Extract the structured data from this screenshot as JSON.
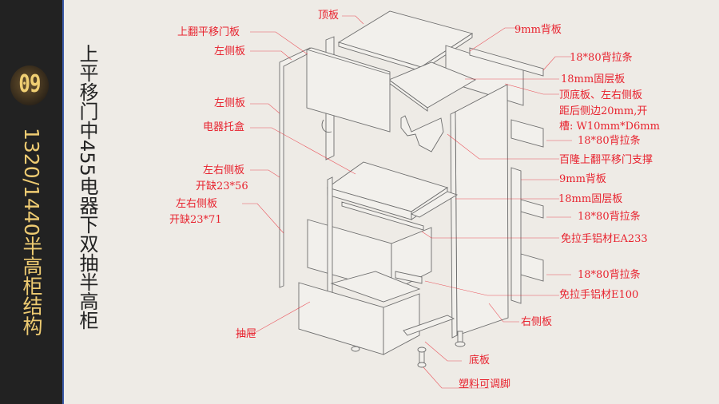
{
  "sidebar": {
    "chapter_number": "09",
    "title": "1320/1440半高柜结构"
  },
  "main_title": "上平移门中455电器下双抽半高柜",
  "colors": {
    "sidebar_bg": "#222222",
    "sidebar_text": "#eecb72",
    "accent_border": "#3a5aa8",
    "paper_bg": "#eeebe6",
    "label_red": "#e8232f",
    "line_gray": "#777777"
  },
  "labels": {
    "top_panel": "顶板",
    "flip_door": "上翻平移门板",
    "left_side_1": "左侧板",
    "left_side_2": "左侧板",
    "appliance_tray": "电器托盒",
    "notch_56_line1": "左右侧板",
    "notch_56_line2": "开缺23*56",
    "notch_71_line1": "左右侧板",
    "notch_71_line2": "开缺23*71",
    "drawer": "抽屉",
    "bottom_panel": "底板",
    "leveling_foot": "塑料可调脚",
    "back_9mm_top": "9mm背板",
    "rail_1": "18*80背拉条",
    "fixed_shelf_1": "18mm固层板",
    "groove_note_1": "顶底板、左右侧板",
    "groove_note_2": "距后侧边20mm,开",
    "groove_note_3": "槽: W10mm*D6mm",
    "rail_2": "18*80背拉条",
    "lift_support": "百隆上翻平移门支撑",
    "back_9mm_mid": "9mm背板",
    "fixed_shelf_2": "18mm固层板",
    "rail_3": "18*80背拉条",
    "handle_ea233": "免拉手铝材EA233",
    "rail_4": "18*80背拉条",
    "handle_e100": "免拉手铝材E100",
    "right_side": "右侧板"
  }
}
